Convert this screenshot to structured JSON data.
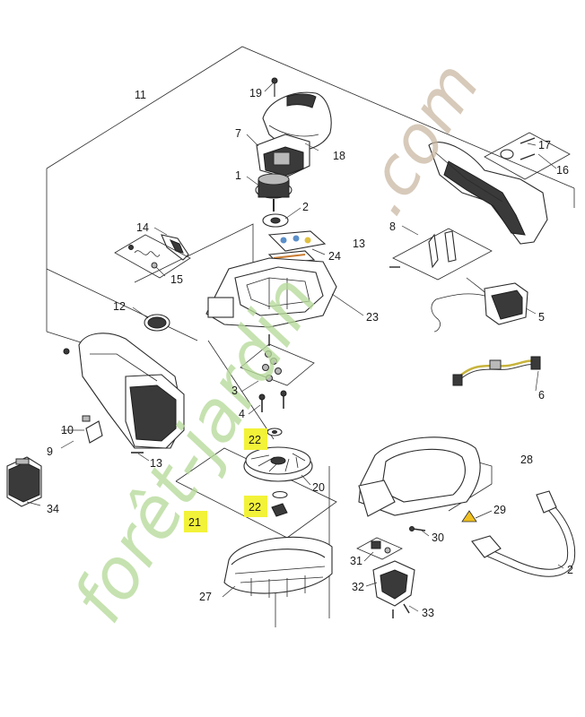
{
  "watermark": {
    "brand_text": "forêt-jardin",
    "domain_text": ".com",
    "brand_color": "#b7db9a",
    "domain_color": "#c9b7a0"
  },
  "highlight_color": "#f2f239",
  "callouts": [
    {
      "id": "c11",
      "label": "11"
    },
    {
      "id": "c19",
      "label": "19"
    },
    {
      "id": "c7",
      "label": "7"
    },
    {
      "id": "c18",
      "label": "18"
    },
    {
      "id": "c1",
      "label": "1"
    },
    {
      "id": "c2a",
      "label": "2"
    },
    {
      "id": "c17",
      "label": "17"
    },
    {
      "id": "c16",
      "label": "16"
    },
    {
      "id": "c14",
      "label": "14"
    },
    {
      "id": "c15",
      "label": "15"
    },
    {
      "id": "c8",
      "label": "8"
    },
    {
      "id": "c13a",
      "label": "13"
    },
    {
      "id": "c24",
      "label": "24"
    },
    {
      "id": "c12",
      "label": "12"
    },
    {
      "id": "c23",
      "label": "23"
    },
    {
      "id": "c5",
      "label": "5"
    },
    {
      "id": "c3",
      "label": "3"
    },
    {
      "id": "c6",
      "label": "6"
    },
    {
      "id": "c4",
      "label": "4"
    },
    {
      "id": "c10",
      "label": "10"
    },
    {
      "id": "c9",
      "label": "9"
    },
    {
      "id": "c13b",
      "label": "13"
    },
    {
      "id": "c22a",
      "label": "22"
    },
    {
      "id": "c34",
      "label": "34"
    },
    {
      "id": "c20",
      "label": "20"
    },
    {
      "id": "c28",
      "label": "28"
    },
    {
      "id": "c21",
      "label": "21"
    },
    {
      "id": "c22b",
      "label": "22"
    },
    {
      "id": "c29",
      "label": "29"
    },
    {
      "id": "c30",
      "label": "30"
    },
    {
      "id": "c2b",
      "label": "2"
    },
    {
      "id": "c31",
      "label": "31"
    },
    {
      "id": "c27",
      "label": "27"
    },
    {
      "id": "c32",
      "label": "32"
    },
    {
      "id": "c33",
      "label": "33"
    }
  ]
}
